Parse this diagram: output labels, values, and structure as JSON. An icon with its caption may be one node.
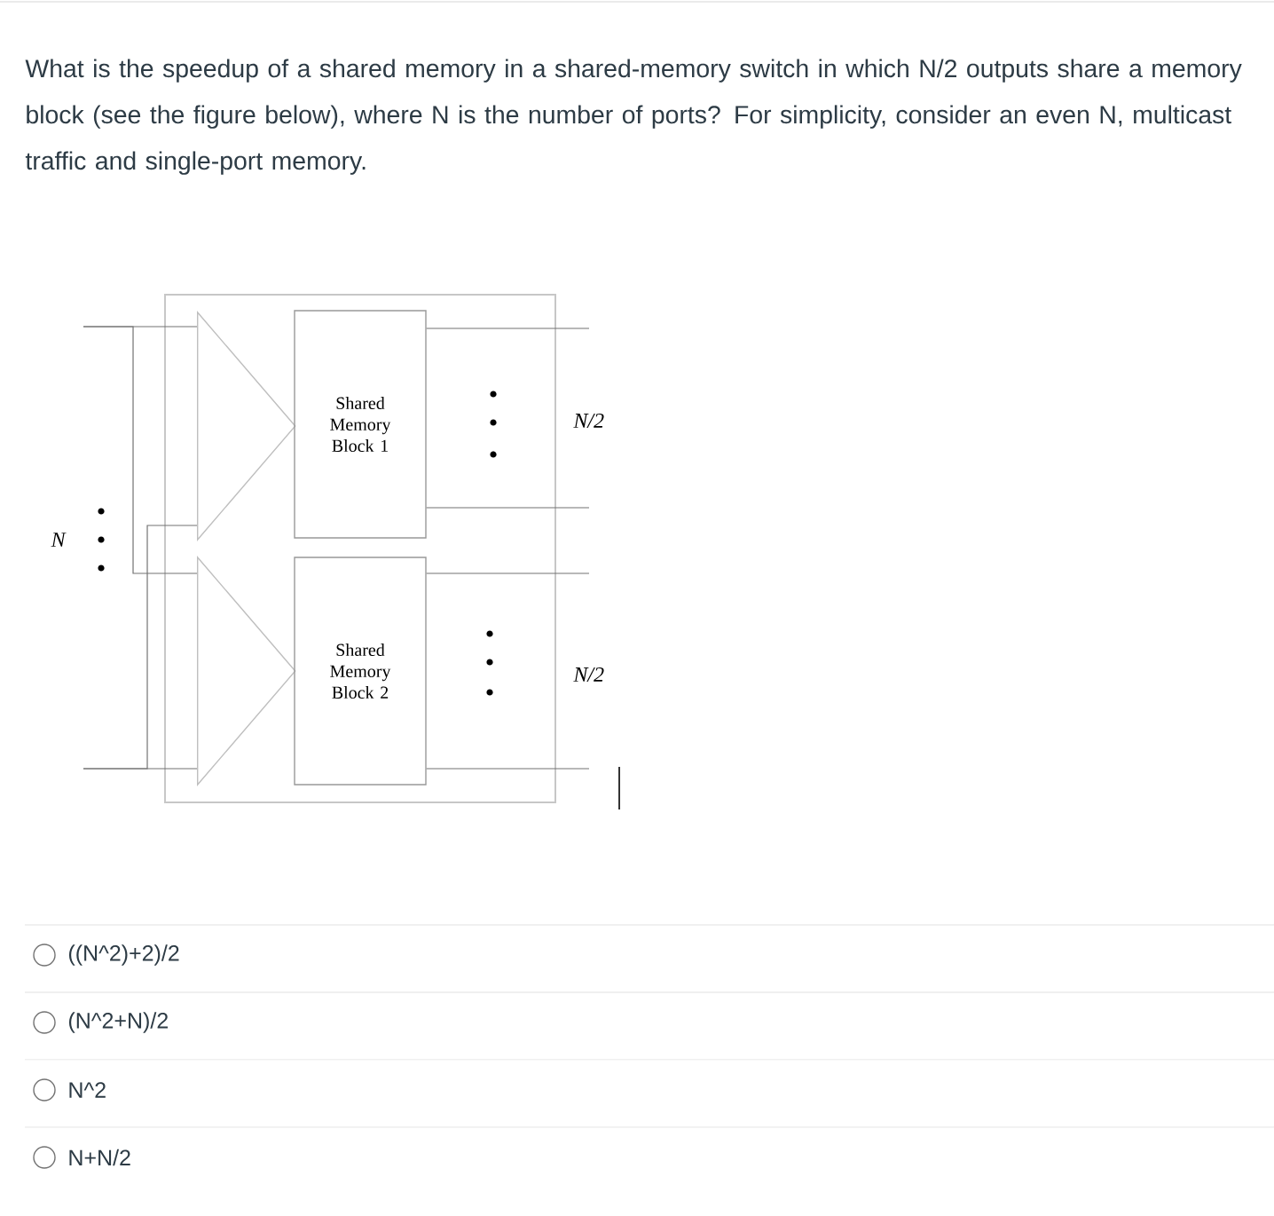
{
  "diagram": {
    "nodes": [
      {
        "text": [],
        "shape": "box"
      },
      {
        "text": [],
        "shape": "triangle",
        "in": 0
      },
      {
        "text": [
          "Shared Memory Block 1"
        ],
        "in": 0
      },
      {
        "text": [],
        "shape": "triangle",
        "in": 0
      },
      {
        "text": [
          "Shared Memory Block 2"
        ],
        "in": 0
      }
    ],
    "edges": [
      {
        "from": null,
        "to": 1,
        "arrow": "none"
      },
      {
        "from": null,
        "to": 3,
        "arrow": "none"
      },
      {
        "from": null,
        "to": 3,
        "arrow": "none"
      },
      {
        "from": null,
        "to": 1,
        "arrow": "none"
      },
      {
        "from": 2,
        "to": null,
        "arrow": "none"
      },
      {
        "from": 2,
        "to": null,
        "arrow": "none"
      },
      {
        "from": 4,
        "to": null,
        "arrow": "none"
      },
      {
        "from": 4,
        "to": null,
        "arrow": "none"
      }
    ],
    "labels": [
      "What is the speedup of a shared memory in a shared-memory switch in which N/2 outputs share a memory block (see the figure below), where N is the number of ports? For simplicity, consider an even N, multicast traffic and single-port memory.",
      "N",
      "N/2",
      "N/2",
      "((N^2)+2)/2",
      "(N^2+N)/2",
      "N^2",
      "N+N/2"
    ]
  }
}
